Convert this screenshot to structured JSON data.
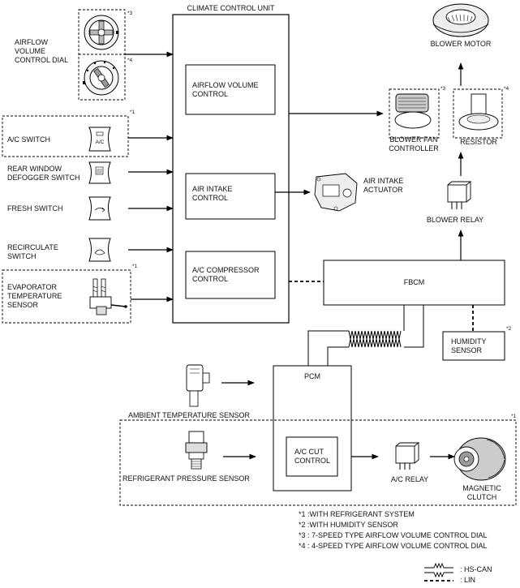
{
  "units": {
    "ccu": "CLIMATE CONTROL UNIT",
    "airflow_volume_control": "AIRFLOW VOLUME\nCONTROL",
    "air_intake_control": "AIR INTAKE\nCONTROL",
    "ac_compressor_control": "A/C COMPRESSOR\nCONTROL",
    "fbcm": "FBCM",
    "pcm": "PCM",
    "ac_cut_control": "A/C CUT\nCONTROL"
  },
  "inputs": {
    "airflow_dial": "AIRFLOW\nVOLUME\nCONTROL DIAL",
    "ac_switch": "A/C SWITCH",
    "ac_switch_icon": "A/C",
    "rear_defogger": "REAR WINDOW\nDEFOGGER SWITCH",
    "fresh_switch": "FRESH SWITCH",
    "recirculate": "RECIRCULATE\nSWITCH",
    "evaporator": "EVAPORATOR\nTEMPERATURE\nSENSOR",
    "ambient": "AMBIENT TEMPERATURE SENSOR",
    "refrigerant": "REFRIGERANT PRESSURE SENSOR",
    "humidity": "HUMIDITY\nSENSOR"
  },
  "outputs": {
    "blower_motor": "BLOWER MOTOR",
    "blower_fan_controller": "BLOWER FAN\nCONTROLLER",
    "resistor": "RESISTOR",
    "blower_relay": "BLOWER RELAY",
    "air_intake_actuator": "AIR INTAKE\nACTUATOR",
    "ac_relay": "A/C RELAY",
    "magnetic_clutch": "MAGNETIC\nCLUTCH"
  },
  "markers": {
    "m1": "*1",
    "m2": "*2",
    "m3": "*3",
    "m4": "*4"
  },
  "notes": [
    "*1 :WITH REFRIGERANT SYSTEM",
    "*2 :WITH HUMIDITY SENSOR",
    "*3 : 7-SPEED TYPE AIRFLOW VOLUME CONTROL DIAL",
    "*4 : 4-SPEED TYPE AIRFLOW VOLUME CONTROL DIAL"
  ],
  "legend": {
    "hs_can": ": HS-CAN",
    "lin": ": LIN"
  }
}
